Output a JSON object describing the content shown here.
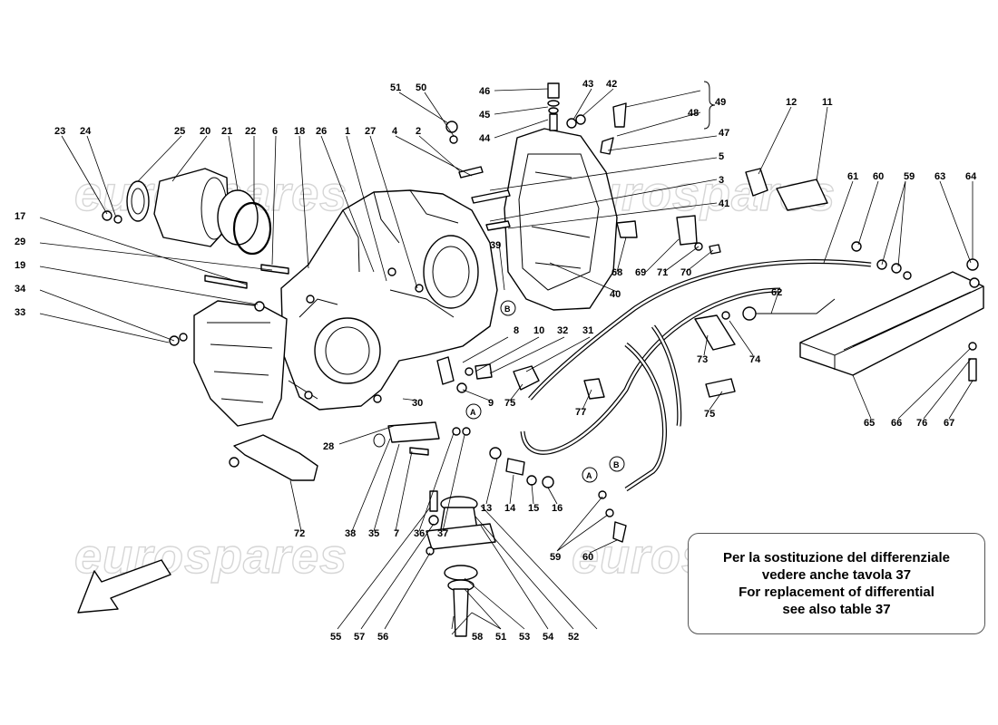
{
  "watermark": "eurospares",
  "note": {
    "line1": "Per la sostituzione del differenziale",
    "line2": "vedere anche tavola 37",
    "line3": "For replacement of differential",
    "line4": "see  also table 37"
  },
  "refs": {
    "A": "A",
    "B": "B"
  },
  "labels": [
    "51",
    "50",
    "46",
    "45",
    "44",
    "43",
    "42",
    "49",
    "48",
    "47",
    "5",
    "3",
    "41",
    "12",
    "11",
    "23",
    "24",
    "25",
    "20",
    "21",
    "22",
    "6",
    "18",
    "26",
    "1",
    "27",
    "4",
    "2",
    "61",
    "60",
    "59",
    "63",
    "64",
    "17",
    "29",
    "19",
    "34",
    "33",
    "39",
    "68",
    "69",
    "71",
    "70",
    "40",
    "62",
    "8",
    "10",
    "32",
    "31",
    "73",
    "74",
    "9",
    "75",
    "77",
    "30",
    "28",
    "75",
    "65",
    "66",
    "76",
    "67",
    "72",
    "38",
    "35",
    "7",
    "36",
    "37",
    "13",
    "14",
    "15",
    "16",
    "59",
    "60",
    "55",
    "57",
    "56",
    "58",
    "51",
    "53",
    "54",
    "52"
  ]
}
